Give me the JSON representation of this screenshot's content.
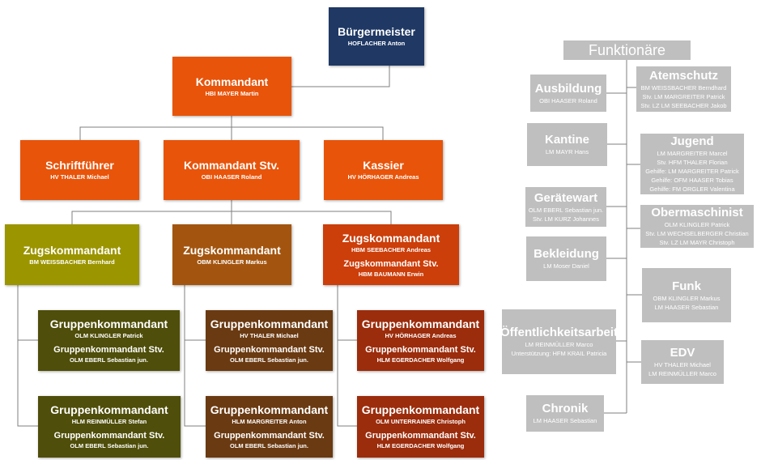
{
  "colors": {
    "navy": "#1f3864",
    "orange": "#e8540a",
    "olive": "#9b9500",
    "brown": "#a3550f",
    "redorange": "#cc3e0a",
    "dark_olive": "#4f4e0a",
    "dark_brown": "#6a3a12",
    "dark_red": "#9b2c0c",
    "gray": "#bfbfbf"
  },
  "org": [
    {
      "id": "buergermeister",
      "color": "navy",
      "lines": [
        {
          "k": "t",
          "text": "Bürgermeister"
        },
        {
          "k": "s",
          "text": "HOFLACHER Anton"
        }
      ]
    },
    {
      "id": "kommandant",
      "color": "orange",
      "lines": [
        {
          "k": "t",
          "text": "Kommandant"
        },
        {
          "k": "s",
          "text": "HBI MAYER Martin"
        }
      ]
    },
    {
      "id": "schriftfuehrer",
      "color": "orange",
      "lines": [
        {
          "k": "t",
          "text": "Schriftführer"
        },
        {
          "k": "s",
          "text": "HV THALER Michael"
        }
      ]
    },
    {
      "id": "kommandant-stv",
      "color": "orange",
      "lines": [
        {
          "k": "t",
          "text": "Kommandant Stv."
        },
        {
          "k": "s",
          "text": "OBI HAASER Roland"
        }
      ]
    },
    {
      "id": "kassier",
      "color": "orange",
      "lines": [
        {
          "k": "t",
          "text": "Kassier"
        },
        {
          "k": "s",
          "text": "HV HÖRHAGER Andreas"
        }
      ]
    },
    {
      "id": "zug1",
      "color": "olive",
      "lines": [
        {
          "k": "t",
          "text": "Zugskommandant"
        },
        {
          "k": "s",
          "text": "BM WEISSBACHER Bernhard"
        }
      ]
    },
    {
      "id": "zug2",
      "color": "brown",
      "lines": [
        {
          "k": "t",
          "text": "Zugskommandant"
        },
        {
          "k": "s",
          "text": "OBM KLINGLER Markus"
        }
      ]
    },
    {
      "id": "zug3",
      "color": "redorange",
      "lines": [
        {
          "k": "t",
          "text": "Zugskommandant"
        },
        {
          "k": "s",
          "text": "HBM SEEBACHER Andreas"
        },
        {
          "k": "t2",
          "text": "Zugskommandant Stv."
        },
        {
          "k": "s",
          "text": "HBM BAUMANN Erwin"
        }
      ]
    },
    {
      "id": "grp1a",
      "color": "dark_olive",
      "lines": [
        {
          "k": "t",
          "text": "Gruppenkommandant"
        },
        {
          "k": "s",
          "text": "OLM KLINGLER Patrick"
        },
        {
          "k": "t2",
          "text": "Gruppenkommandant Stv."
        },
        {
          "k": "s",
          "text": "OLM EBERL Sebastian jun."
        }
      ]
    },
    {
      "id": "grp1b",
      "color": "dark_olive",
      "lines": [
        {
          "k": "t",
          "text": "Gruppenkommandant"
        },
        {
          "k": "s",
          "text": "HLM REINMÜLLER Stefan"
        },
        {
          "k": "t2",
          "text": "Gruppenkommandant Stv."
        },
        {
          "k": "s",
          "text": "OLM EBERL Sebastian jun."
        }
      ]
    },
    {
      "id": "grp2a",
      "color": "dark_brown",
      "lines": [
        {
          "k": "t",
          "text": "Gruppenkommandant"
        },
        {
          "k": "s",
          "text": "HV THALER Michael"
        },
        {
          "k": "t2",
          "text": "Gruppenkommandant Stv."
        },
        {
          "k": "s",
          "text": "OLM EBERL Sebastian jun."
        }
      ]
    },
    {
      "id": "grp2b",
      "color": "dark_brown",
      "lines": [
        {
          "k": "t",
          "text": "Gruppenkommandant"
        },
        {
          "k": "s",
          "text": "HLM MARGREITER Anton"
        },
        {
          "k": "t2",
          "text": "Gruppenkommandant Stv."
        },
        {
          "k": "s",
          "text": "OLM EBERL Sebastian jun."
        }
      ]
    },
    {
      "id": "grp3a",
      "color": "dark_red",
      "lines": [
        {
          "k": "t",
          "text": "Gruppenkommandant"
        },
        {
          "k": "s",
          "text": "HV HÖRHAGER Andreas"
        },
        {
          "k": "t2",
          "text": "Gruppenkommandant Stv."
        },
        {
          "k": "s",
          "text": "HLM EGERDACHER Wolfgang"
        }
      ]
    },
    {
      "id": "grp3b",
      "color": "dark_red",
      "lines": [
        {
          "k": "t",
          "text": "Gruppenkommandant"
        },
        {
          "k": "s",
          "text": "OLM UNTERRAINER Christoph"
        },
        {
          "k": "t2",
          "text": "Gruppenkommandant Stv."
        },
        {
          "k": "s",
          "text": "HLM EGERDACHER Wolfgang"
        }
      ]
    }
  ],
  "funktionaere": {
    "title": "Funktionäre",
    "items": [
      {
        "id": "ausbildung",
        "lines": [
          {
            "k": "t",
            "text": "Ausbildung"
          },
          {
            "k": "s",
            "text": "OBI HAASER Roland"
          }
        ]
      },
      {
        "id": "atemschutz",
        "lines": [
          {
            "k": "t",
            "text": "Atemschutz"
          },
          {
            "k": "s",
            "text": "BM WEISSBACHER Berndhard"
          },
          {
            "k": "s",
            "text": "Stv. LM MARGREITER Patrick"
          },
          {
            "k": "s",
            "text": "Stv. LZ LM SEEBACHER Jakob"
          }
        ]
      },
      {
        "id": "kantine",
        "lines": [
          {
            "k": "t",
            "text": "Kantine"
          },
          {
            "k": "s",
            "text": "LM MAYR Hans"
          }
        ]
      },
      {
        "id": "jugend",
        "lines": [
          {
            "k": "t",
            "text": "Jugend"
          },
          {
            "k": "s",
            "text": "LM MARGREITER Marcel"
          },
          {
            "k": "s",
            "text": "Stv. HFM THALER Florian"
          },
          {
            "k": "s",
            "text": "Gehilfe: LM MARGREITER Patrick"
          },
          {
            "k": "s",
            "text": "Gehilfe: OFM HAASER Tobias"
          },
          {
            "k": "s",
            "text": "Gehilfe: FM ORGLER Valentina"
          }
        ]
      },
      {
        "id": "geraetewart",
        "lines": [
          {
            "k": "t",
            "text": "Gerätewart"
          },
          {
            "k": "s",
            "text": "OLM EBERL Sebastian jun."
          },
          {
            "k": "s",
            "text": "Stv. LM KURZ Johannes"
          }
        ]
      },
      {
        "id": "obermaschinist",
        "lines": [
          {
            "k": "t",
            "text": "Obermaschinist"
          },
          {
            "k": "s",
            "text": "OLM KLINGLER Patrick"
          },
          {
            "k": "s",
            "text": "Stv. LM WECHSELBERGER Christian"
          },
          {
            "k": "s",
            "text": "Stv. LZ LM MAYR Christoph"
          }
        ]
      },
      {
        "id": "bekleidung",
        "lines": [
          {
            "k": "t",
            "text": "Bekleidung"
          },
          {
            "k": "s",
            "text": "LM Moser Daniel"
          }
        ]
      },
      {
        "id": "funk",
        "lines": [
          {
            "k": "t",
            "text": "Funk"
          },
          {
            "k": "s",
            "text": "OBM KLINGLER Markus"
          },
          {
            "k": "s",
            "text": "LM HAASER Sebastian"
          }
        ]
      },
      {
        "id": "oeffentlichkeitsarbeit",
        "lines": [
          {
            "k": "t",
            "text": "Öffentlichkeitsarbeit"
          },
          {
            "k": "s",
            "text": "LM REINMÜLLER Marco"
          },
          {
            "k": "s",
            "text": "Unterstützung: HFM KRAIL Patricia"
          }
        ]
      },
      {
        "id": "edv",
        "lines": [
          {
            "k": "t",
            "text": "EDV"
          },
          {
            "k": "s",
            "text": "HV THALER Michael"
          },
          {
            "k": "s",
            "text": "LM REINMÜLLER Marco"
          }
        ]
      },
      {
        "id": "chronik",
        "lines": [
          {
            "k": "t",
            "text": "Chronik"
          },
          {
            "k": "s",
            "text": "LM HAASER Sebastian"
          }
        ]
      }
    ]
  }
}
